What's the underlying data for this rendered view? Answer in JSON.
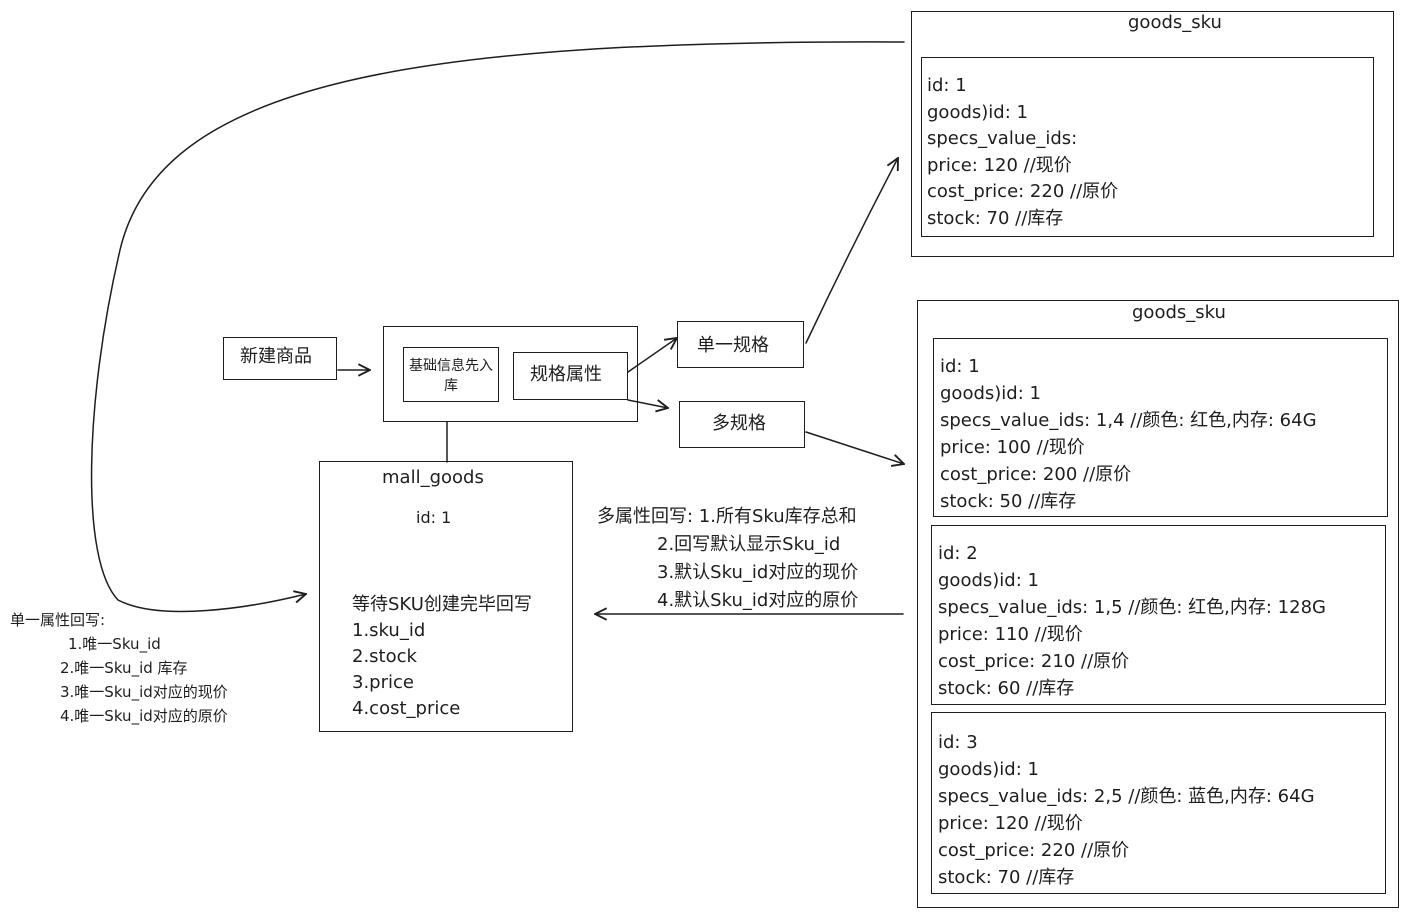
{
  "nodes": {
    "new_goods": "新建商品",
    "basic_info": "基础信息先入库",
    "spec_attr": "规格属性",
    "single_spec": "单一规格",
    "multi_spec": "多规格"
  },
  "mall_goods": {
    "title": "mall_goods",
    "id_line": "id: 1",
    "lines": [
      "等待SKU创建完毕回写",
      "1.sku_id",
      "2.stock",
      "3.price",
      "4.cost_price"
    ]
  },
  "single_writeback": {
    "lines": [
      "单一属性回写:",
      "1.唯一Sku_id",
      "2.唯一Sku_id 库存",
      "3.唯一Sku_id对应的现价",
      "4.唯一Sku_id对应的原价"
    ]
  },
  "multi_writeback": {
    "lines": [
      "多属性回写: 1.所有Sku库存总和",
      "2.回写默认显示Sku_id",
      "3.默认Sku_id对应的现价",
      "4.默认Sku_id对应的原价"
    ]
  },
  "sku_single": {
    "title": "goods_sku",
    "record": [
      "id: 1",
      "goods)id: 1",
      "specs_value_ids:",
      "price: 120   //现价",
      "cost_price: 220 //原价",
      "stock: 70 //库存"
    ]
  },
  "sku_multi": {
    "title": "goods_sku",
    "records": [
      [
        "id: 1",
        "goods)id: 1",
        "specs_value_ids: 1,4 //颜色: 红色,内存: 64G",
        "price: 100   //现价",
        "cost_price: 200 //原价",
        "stock: 50 //库存"
      ],
      [
        "id: 2",
        "goods)id: 1",
        "specs_value_ids: 1,5 //颜色: 红色,内存: 128G",
        "price: 110   //现价",
        "cost_price: 210 //原价",
        "stock: 60 //库存"
      ],
      [
        "id: 3",
        "goods)id: 1",
        "specs_value_ids: 2,5 //颜色: 蓝色,内存: 64G",
        "price: 120   //现价",
        "cost_price: 220 //原价",
        "stock: 70 //库存"
      ]
    ]
  },
  "colors": {
    "stroke": "#1e1e1e",
    "background": "#ffffff"
  }
}
